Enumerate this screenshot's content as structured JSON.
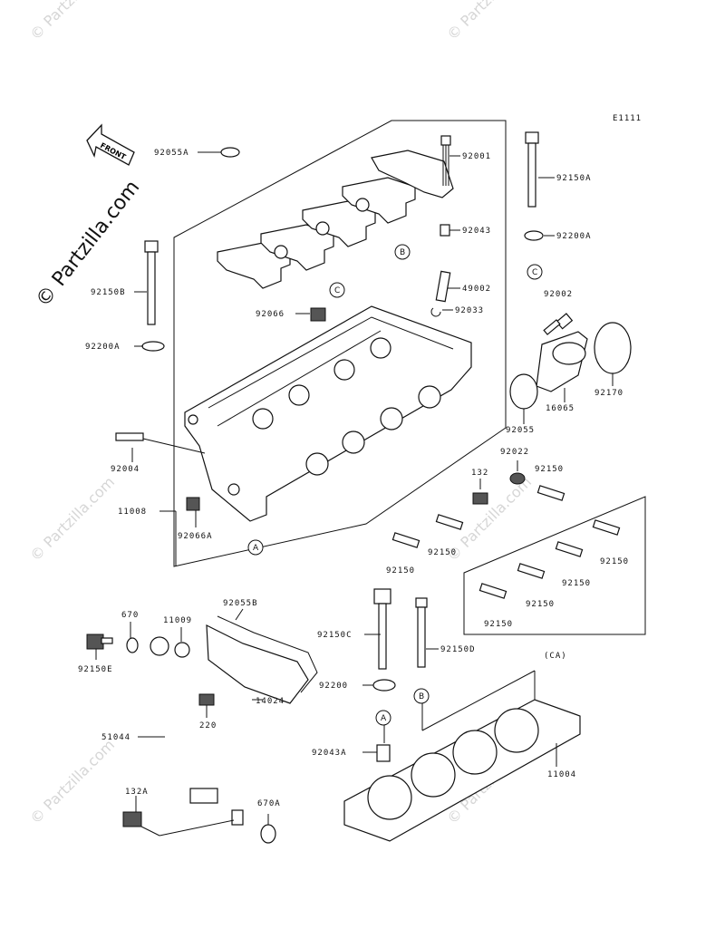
{
  "diagram_code": "E1111",
  "brand_watermark": "© Partzilla.com",
  "front_label": "FRONT",
  "group_label": "(CA)",
  "watermark_text": "© Partzilla.com",
  "callouts": {
    "A": "A",
    "B": "B",
    "C": "C"
  },
  "parts": [
    {
      "id": "92055A",
      "label": "92055A"
    },
    {
      "id": "92001",
      "label": "92001"
    },
    {
      "id": "92150A",
      "label": "92150A"
    },
    {
      "id": "92043",
      "label": "92043"
    },
    {
      "id": "92200A_r",
      "label": "92200A"
    },
    {
      "id": "92150B",
      "label": "92150B"
    },
    {
      "id": "49002",
      "label": "49002"
    },
    {
      "id": "92066",
      "label": "92066"
    },
    {
      "id": "92033",
      "label": "92033"
    },
    {
      "id": "92002",
      "label": "92002"
    },
    {
      "id": "92200A_l",
      "label": "92200A"
    },
    {
      "id": "92170",
      "label": "92170"
    },
    {
      "id": "16065",
      "label": "16065"
    },
    {
      "id": "92055",
      "label": "92055"
    },
    {
      "id": "92022",
      "label": "92022"
    },
    {
      "id": "92004",
      "label": "92004"
    },
    {
      "id": "132",
      "label": "132"
    },
    {
      "id": "92150_a",
      "label": "92150"
    },
    {
      "id": "11008",
      "label": "11008"
    },
    {
      "id": "92066A",
      "label": "92066A"
    },
    {
      "id": "92150_b",
      "label": "92150"
    },
    {
      "id": "92150_c",
      "label": "92150"
    },
    {
      "id": "92150_d",
      "label": "92150"
    },
    {
      "id": "92150_e",
      "label": "92150"
    },
    {
      "id": "92150_f",
      "label": "92150"
    },
    {
      "id": "92150_g",
      "label": "92150"
    },
    {
      "id": "670",
      "label": "670"
    },
    {
      "id": "11009",
      "label": "11009"
    },
    {
      "id": "92055B",
      "label": "92055B"
    },
    {
      "id": "92150E",
      "label": "92150E"
    },
    {
      "id": "92150C",
      "label": "92150C"
    },
    {
      "id": "92150D",
      "label": "92150D"
    },
    {
      "id": "14024",
      "label": "14024"
    },
    {
      "id": "220",
      "label": "220"
    },
    {
      "id": "92200",
      "label": "92200"
    },
    {
      "id": "51044",
      "label": "51044"
    },
    {
      "id": "92043A",
      "label": "92043A"
    },
    {
      "id": "11004",
      "label": "11004"
    },
    {
      "id": "132A",
      "label": "132A"
    },
    {
      "id": "670A",
      "label": "670A"
    }
  ]
}
